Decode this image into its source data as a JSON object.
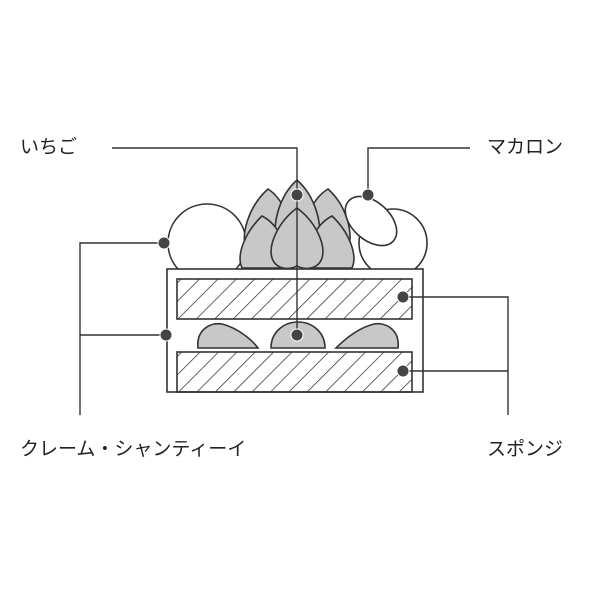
{
  "labels": {
    "strawberry": "いちご",
    "macaron": "マカロン",
    "cream": "クレーム・シャンティーイ",
    "sponge": "スポンジ"
  },
  "colors": {
    "line": "#333333",
    "fruit": "#c8c8c8",
    "dot": "#444444"
  }
}
